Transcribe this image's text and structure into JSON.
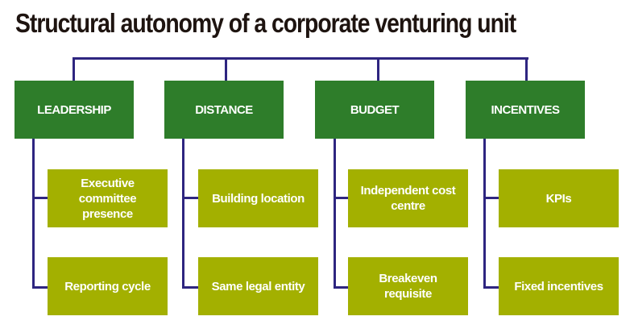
{
  "title": "Structural autonomy of a corporate venturing unit",
  "colors": {
    "parent_box": "#2e7d2a",
    "child_box": "#a3b000",
    "connector": "#2e2580",
    "title_text": "#1e1410",
    "box_text": "#ffffff"
  },
  "categories": [
    {
      "label": "LEADERSHIP",
      "children": [
        "Executive committee presence",
        "Reporting cycle"
      ]
    },
    {
      "label": "DISTANCE",
      "children": [
        "Building location",
        "Same legal entity"
      ]
    },
    {
      "label": "BUDGET",
      "children": [
        "Independent cost centre",
        "Breakeven requisite"
      ]
    },
    {
      "label": "INCENTIVES",
      "children": [
        "KPIs",
        "Fixed incentives"
      ]
    }
  ]
}
